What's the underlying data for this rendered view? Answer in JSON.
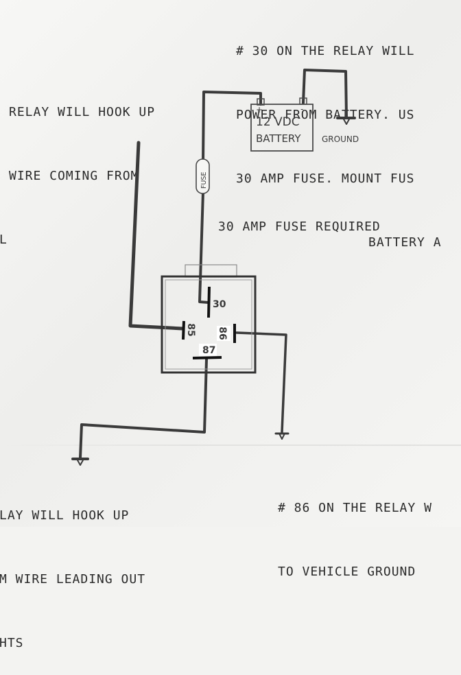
{
  "notes": {
    "top_right": [
      "# 30 ON THE RELAY WILL",
      "POWER FROM BATTERY. US",
      "30 AMP FUSE. MOUNT FUS",
      "BATTERY A"
    ],
    "left_top": [
      "RELAY WILL HOOK UP",
      "WIRE COMING FROM",
      "L"
    ],
    "fuse_required": "30 AMP FUSE REQUIRED",
    "bottom_left": [
      "LAY WILL HOOK UP",
      "M WIRE LEADING OUT",
      "HTS"
    ],
    "bottom_right": [
      "# 86 ON THE RELAY W",
      "TO VEHICLE GROUND"
    ]
  },
  "battery": {
    "voltage": "12 VDC",
    "label": "BATTERY",
    "positive": "+",
    "negative": "-"
  },
  "ground_label": "GROUND",
  "fuse_label": "FUSE",
  "relay": {
    "pin_30": "30",
    "pin_85": "85",
    "pin_86": "86",
    "pin_87": "87"
  },
  "colors": {
    "wire": "#3a3a3a",
    "text": "#2a2a2a",
    "paper": "#f3f3f1"
  }
}
